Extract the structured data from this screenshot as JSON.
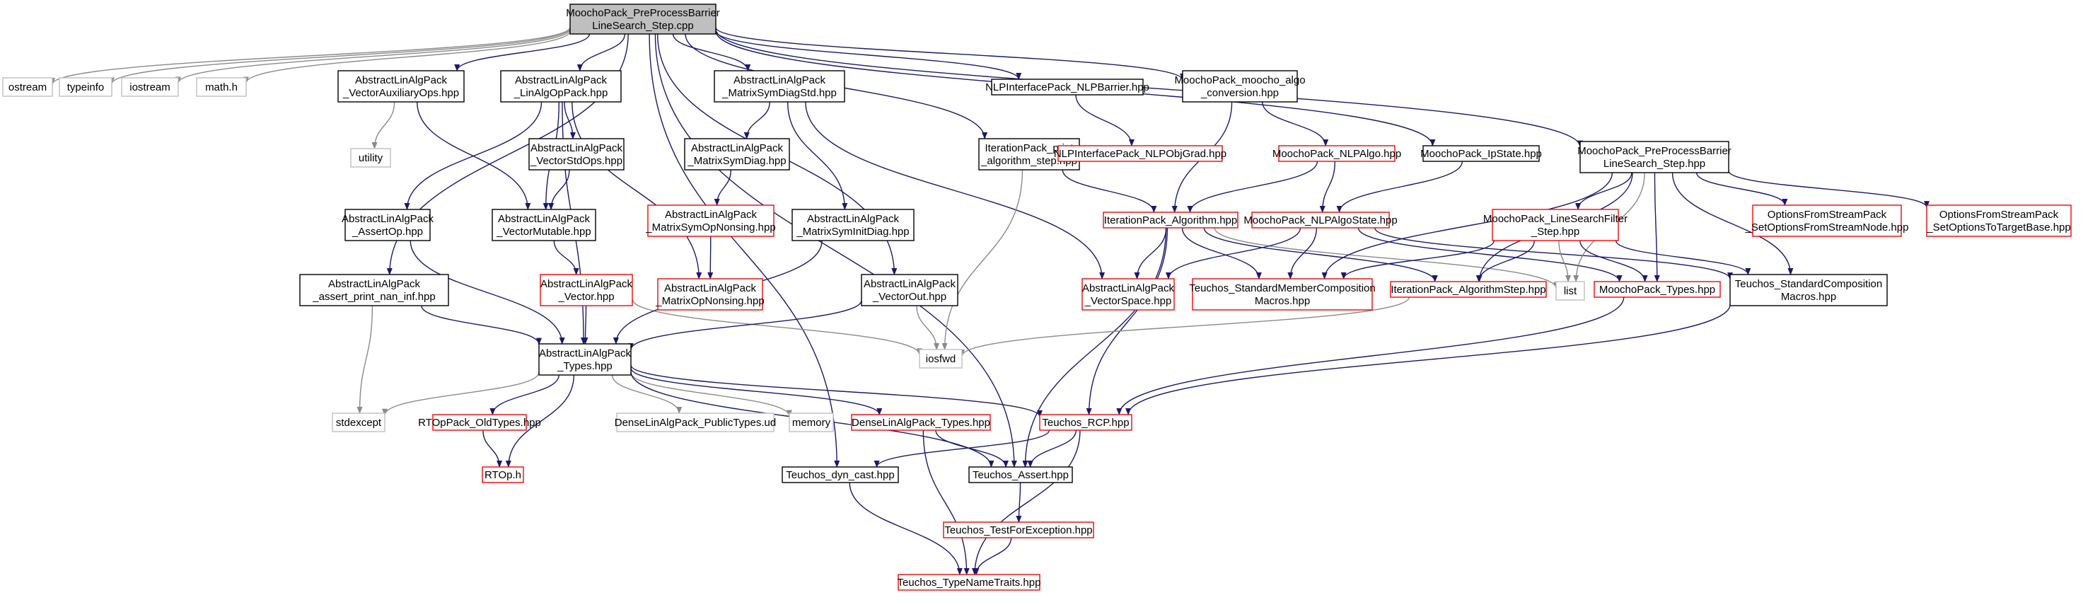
{
  "graph": {
    "colors": {
      "edge": "#191970",
      "edge_alt": "#8a8a8a",
      "border_doc": "#000000",
      "border_undoc": "#ff0000",
      "border_external": "#bfbfbf",
      "root_fill": "#bfbfbf"
    },
    "nodes": [
      {
        "id": "root",
        "lines": [
          "MoochoPack_PreProcessBarrier",
          "LineSearch_Step.cpp"
        ],
        "style": "root"
      },
      {
        "id": "ostream",
        "lines": [
          "ostream"
        ],
        "style": "gray"
      },
      {
        "id": "typeinfo",
        "lines": [
          "typeinfo"
        ],
        "style": "gray"
      },
      {
        "id": "iostream",
        "lines": [
          "iostream"
        ],
        "style": "gray"
      },
      {
        "id": "math",
        "lines": [
          "math.h"
        ],
        "style": "gray"
      },
      {
        "id": "vecaux",
        "lines": [
          "AbstractLinAlgPack",
          "_VectorAuxiliaryOps.hpp"
        ],
        "style": "black"
      },
      {
        "id": "linalgop",
        "lines": [
          "AbstractLinAlgPack",
          "_LinAlgOpPack.hpp"
        ],
        "style": "black"
      },
      {
        "id": "matsymdiagstd",
        "lines": [
          "AbstractLinAlgPack",
          "_MatrixSymDiagStd.hpp"
        ],
        "style": "black"
      },
      {
        "id": "nlpbarrier",
        "lines": [
          "NLPInterfacePack_NLPBarrier.hpp"
        ],
        "style": "black"
      },
      {
        "id": "algoconv",
        "lines": [
          "MoochoPack_moocho_algo",
          "_conversion.hpp"
        ],
        "style": "black"
      },
      {
        "id": "preprocess_hpp",
        "lines": [
          "MoochoPack_PreProcessBarrier",
          "LineSearch_Step.hpp"
        ],
        "style": "black"
      },
      {
        "id": "utility",
        "lines": [
          "utility"
        ],
        "style": "gray"
      },
      {
        "id": "vecstdops",
        "lines": [
          "AbstractLinAlgPack",
          "_VectorStdOps.hpp"
        ],
        "style": "black"
      },
      {
        "id": "matsymdiag",
        "lines": [
          "AbstractLinAlgPack",
          "_MatrixSymDiag.hpp"
        ],
        "style": "black"
      },
      {
        "id": "iterprint",
        "lines": [
          "IterationPack_print",
          "_algorithm_step.hpp"
        ],
        "style": "black"
      },
      {
        "id": "nlpobjgrad",
        "lines": [
          "NLPInterfacePack_NLPObjGrad.hpp"
        ],
        "style": "red"
      },
      {
        "id": "nlpalgo",
        "lines": [
          "MoochoPack_NLPAlgo.hpp"
        ],
        "style": "red"
      },
      {
        "id": "ipstate",
        "lines": [
          "MoochoPack_IpState.hpp"
        ],
        "style": "black"
      },
      {
        "id": "assertop",
        "lines": [
          "AbstractLinAlgPack",
          "_AssertOp.hpp"
        ],
        "style": "black"
      },
      {
        "id": "vecmutable",
        "lines": [
          "AbstractLinAlgPack",
          "_VectorMutable.hpp"
        ],
        "style": "black"
      },
      {
        "id": "matsymopnons",
        "lines": [
          "AbstractLinAlgPack",
          "_MatrixSymOpNonsing.hpp"
        ],
        "style": "red"
      },
      {
        "id": "matsyminitdiag",
        "lines": [
          "AbstractLinAlgPack",
          "_MatrixSymInitDiag.hpp"
        ],
        "style": "black"
      },
      {
        "id": "iteralgo",
        "lines": [
          "IterationPack_Algorithm.hpp"
        ],
        "style": "red"
      },
      {
        "id": "nlpalgostate",
        "lines": [
          "MoochoPack_NLPAlgoState.hpp"
        ],
        "style": "red"
      },
      {
        "id": "linesearchfilter",
        "lines": [
          "MoochoPack_LineSearchFilter",
          "_Step.hpp"
        ],
        "style": "red"
      },
      {
        "id": "optsetnode",
        "lines": [
          "OptionsFromStreamPack",
          "_SetOptionsFromStreamNode.hpp"
        ],
        "style": "red"
      },
      {
        "id": "optsettarget",
        "lines": [
          "OptionsFromStreamPack",
          "_SetOptionsToTargetBase.hpp"
        ],
        "style": "red"
      },
      {
        "id": "assertnan",
        "lines": [
          "AbstractLinAlgPack",
          "_assert_print_nan_inf.hpp"
        ],
        "style": "black"
      },
      {
        "id": "vector",
        "lines": [
          "AbstractLinAlgPack",
          "_Vector.hpp"
        ],
        "style": "red"
      },
      {
        "id": "matopnons",
        "lines": [
          "AbstractLinAlgPack",
          "_MatrixOpNonsing.hpp"
        ],
        "style": "red"
      },
      {
        "id": "vecout",
        "lines": [
          "AbstractLinAlgPack",
          "_VectorOut.hpp"
        ],
        "style": "black"
      },
      {
        "id": "vecspace",
        "lines": [
          "AbstractLinAlgPack",
          "_VectorSpace.hpp"
        ],
        "style": "red"
      },
      {
        "id": "stdmembercomp",
        "lines": [
          "Teuchos_StandardMemberComposition",
          "Macros.hpp"
        ],
        "style": "red"
      },
      {
        "id": "iteralgostep",
        "lines": [
          "IterationPack_AlgorithmStep.hpp"
        ],
        "style": "red"
      },
      {
        "id": "list",
        "lines": [
          "list"
        ],
        "style": "gray"
      },
      {
        "id": "mptypes",
        "lines": [
          "MoochoPack_Types.hpp"
        ],
        "style": "red"
      },
      {
        "id": "stdcomp",
        "lines": [
          "Teuchos_StandardComposition",
          "Macros.hpp"
        ],
        "style": "black"
      },
      {
        "id": "types",
        "lines": [
          "AbstractLinAlgPack",
          "_Types.hpp"
        ],
        "style": "black"
      },
      {
        "id": "iosfwd",
        "lines": [
          "iosfwd"
        ],
        "style": "gray"
      },
      {
        "id": "stdexcept",
        "lines": [
          "stdexcept"
        ],
        "style": "gray"
      },
      {
        "id": "rtopold",
        "lines": [
          "RTOpPack_OldTypes.hpp"
        ],
        "style": "red"
      },
      {
        "id": "denseud",
        "lines": [
          "DenseLinAlgPack_PublicTypes.ud"
        ],
        "style": "gray"
      },
      {
        "id": "memory",
        "lines": [
          "memory"
        ],
        "style": "gray"
      },
      {
        "id": "densetypes",
        "lines": [
          "DenseLinAlgPack_Types.hpp"
        ],
        "style": "red"
      },
      {
        "id": "rcp",
        "lines": [
          "Teuchos_RCP.hpp"
        ],
        "style": "red"
      },
      {
        "id": "rtoph",
        "lines": [
          "RTOp.h"
        ],
        "style": "red"
      },
      {
        "id": "dyncast",
        "lines": [
          "Teuchos_dyn_cast.hpp"
        ],
        "style": "black"
      },
      {
        "id": "assert",
        "lines": [
          "Teuchos_Assert.hpp"
        ],
        "style": "black"
      },
      {
        "id": "testforexc",
        "lines": [
          "Teuchos_TestForException.hpp"
        ],
        "style": "red"
      },
      {
        "id": "typenametraits",
        "lines": [
          "Teuchos_TypeNameTraits.hpp"
        ],
        "style": "red"
      }
    ],
    "edges": [
      [
        "root",
        "ostream"
      ],
      [
        "root",
        "typeinfo"
      ],
      [
        "root",
        "iostream"
      ],
      [
        "root",
        "math"
      ],
      [
        "root",
        "vecaux"
      ],
      [
        "root",
        "linalgop"
      ],
      [
        "root",
        "matsymdiagstd"
      ],
      [
        "root",
        "nlpbarrier"
      ],
      [
        "root",
        "algoconv"
      ],
      [
        "root",
        "preprocess_hpp"
      ],
      [
        "root",
        "iterprint"
      ],
      [
        "root",
        "ipstate"
      ],
      [
        "root",
        "assertnan"
      ],
      [
        "root",
        "vecout"
      ],
      [
        "root",
        "dyncast"
      ],
      [
        "root",
        "assert"
      ],
      [
        "vecaux",
        "utility"
      ],
      [
        "vecaux",
        "vecmutable"
      ],
      [
        "linalgop",
        "vecstdops"
      ],
      [
        "linalgop",
        "vecmutable"
      ],
      [
        "linalgop",
        "assertop"
      ],
      [
        "linalgop",
        "types"
      ],
      [
        "linalgop",
        "matopnons"
      ],
      [
        "vecstdops",
        "vecmutable"
      ],
      [
        "vecmutable",
        "vector"
      ],
      [
        "vector",
        "types"
      ],
      [
        "vector",
        "iosfwd"
      ],
      [
        "assertop",
        "types"
      ],
      [
        "assertnan",
        "types"
      ],
      [
        "assertnan",
        "stdexcept"
      ],
      [
        "matsymdiagstd",
        "matsymdiag"
      ],
      [
        "matsymdiagstd",
        "matsyminitdiag"
      ],
      [
        "matsymdiagstd",
        "vecspace"
      ],
      [
        "matsymdiag",
        "matsymopnons"
      ],
      [
        "matsymopnons",
        "matopnons"
      ],
      [
        "matsyminitdiag",
        "types"
      ],
      [
        "vecout",
        "types"
      ],
      [
        "vecout",
        "iosfwd"
      ],
      [
        "nlpbarrier",
        "nlpobjgrad"
      ],
      [
        "algoconv",
        "nlpalgo"
      ],
      [
        "algoconv",
        "iteralgo"
      ],
      [
        "nlpalgo",
        "iteralgo"
      ],
      [
        "nlpalgo",
        "nlpalgostate"
      ],
      [
        "ipstate",
        "nlpalgostate"
      ],
      [
        "iterprint",
        "iteralgo"
      ],
      [
        "iterprint",
        "iosfwd"
      ],
      [
        "iteralgo",
        "vecspace"
      ],
      [
        "iteralgo",
        "stdmembercomp"
      ],
      [
        "iteralgo",
        "iteralgostep"
      ],
      [
        "iteralgo",
        "list"
      ],
      [
        "iteralgo",
        "rcp"
      ],
      [
        "iteralgo",
        "assert"
      ],
      [
        "nlpalgostate",
        "vecspace"
      ],
      [
        "nlpalgostate",
        "stdmembercomp"
      ],
      [
        "nlpalgostate",
        "mptypes"
      ],
      [
        "nlpalgostate",
        "stdcomp"
      ],
      [
        "preprocess_hpp",
        "linesearchfilter"
      ],
      [
        "preprocess_hpp",
        "optsetnode"
      ],
      [
        "preprocess_hpp",
        "optsettarget"
      ],
      [
        "preprocess_hpp",
        "mptypes"
      ],
      [
        "preprocess_hpp",
        "list"
      ],
      [
        "preprocess_hpp",
        "iteralgostep"
      ],
      [
        "preprocess_hpp",
        "stdmembercomp"
      ],
      [
        "preprocess_hpp",
        "stdcomp"
      ],
      [
        "linesearchfilter",
        "iteralgostep"
      ],
      [
        "linesearchfilter",
        "list"
      ],
      [
        "linesearchfilter",
        "mptypes"
      ],
      [
        "linesearchfilter",
        "stdmembercomp"
      ],
      [
        "linesearchfilter",
        "stdcomp"
      ],
      [
        "iteralgostep",
        "iosfwd"
      ],
      [
        "mptypes",
        "rcp"
      ],
      [
        "stdcomp",
        "rcp"
      ],
      [
        "types",
        "stdexcept"
      ],
      [
        "types",
        "rtopold"
      ],
      [
        "types",
        "rtoph"
      ],
      [
        "types",
        "denseud"
      ],
      [
        "types",
        "memory"
      ],
      [
        "types",
        "densetypes"
      ],
      [
        "types",
        "rcp"
      ],
      [
        "types",
        "assert"
      ],
      [
        "rtopold",
        "rtoph"
      ],
      [
        "densetypes",
        "assert"
      ],
      [
        "densetypes",
        "typenametraits"
      ],
      [
        "rcp",
        "dyncast"
      ],
      [
        "rcp",
        "assert"
      ],
      [
        "rcp",
        "typenametraits"
      ],
      [
        "dyncast",
        "typenametraits"
      ],
      [
        "assert",
        "testforexc"
      ],
      [
        "testforexc",
        "typenametraits"
      ]
    ]
  }
}
